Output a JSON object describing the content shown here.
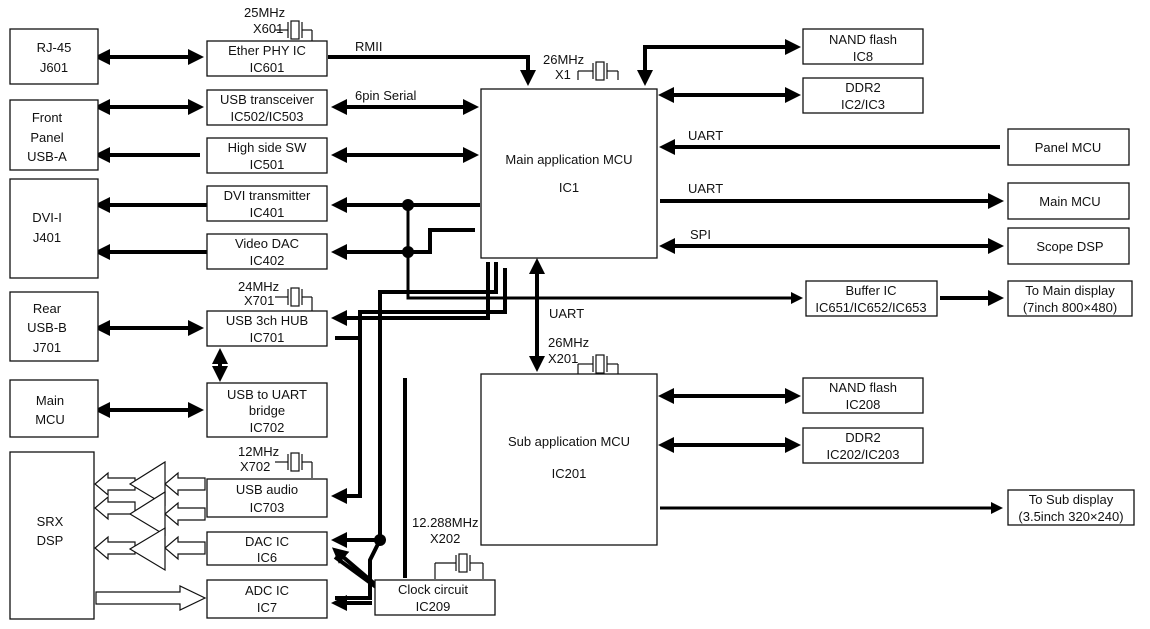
{
  "blocks": {
    "rj45": [
      "RJ-45",
      "J601"
    ],
    "front_usb": [
      "Front",
      "Panel",
      "USB-A"
    ],
    "dvi": [
      "DVI-I",
      "J401"
    ],
    "rear_usb": [
      "Rear",
      "USB-B",
      "J701"
    ],
    "main_mcu_left": [
      "Main",
      "MCU"
    ],
    "srx_dsp": [
      "SRX",
      "DSP"
    ],
    "ether_phy": [
      "Ether PHY IC",
      "IC601"
    ],
    "usb_transceiver": [
      "USB transceiver",
      "IC502/IC503"
    ],
    "high_side_sw": [
      "High side SW",
      "IC501"
    ],
    "dvi_transmitter": [
      "DVI transmitter",
      "IC401"
    ],
    "video_dac": [
      "Video DAC",
      "IC402"
    ],
    "usb_hub": [
      "USB 3ch HUB",
      "IC701"
    ],
    "usb_uart_bridge": [
      "USB to UART",
      "bridge",
      "IC702"
    ],
    "usb_audio": [
      "USB audio",
      "IC703"
    ],
    "dac_ic": [
      "DAC IC",
      "IC6"
    ],
    "adc_ic": [
      "ADC IC",
      "IC7"
    ],
    "clock_circuit": [
      "Clock circuit",
      "IC209"
    ],
    "main_app_mcu": [
      "Main application MCU",
      "IC1"
    ],
    "sub_app_mcu": [
      "Sub application MCU",
      "IC201"
    ],
    "nand_main": [
      "NAND flash",
      "IC8"
    ],
    "ddr2_main": [
      "DDR2",
      "IC2/IC3"
    ],
    "panel_mcu": [
      "Panel MCU"
    ],
    "main_mcu_right": [
      "Main MCU"
    ],
    "scope_dsp": [
      "Scope DSP"
    ],
    "buffer_ic": [
      "Buffer IC",
      "IC651/IC652/IC653"
    ],
    "main_display": [
      "To Main display",
      "(7inch 800×480)"
    ],
    "nand_sub": [
      "NAND flash",
      "IC208"
    ],
    "ddr2_sub": [
      "DDR2",
      "IC202/IC203"
    ],
    "sub_display": [
      "To Sub display",
      "(3.5inch 320×240)"
    ]
  },
  "crystals": {
    "x601": [
      "25MHz",
      "X601"
    ],
    "x1": [
      "26MHz",
      "X1"
    ],
    "x701": [
      "24MHz",
      "X701"
    ],
    "x201": [
      "26MHz",
      "X201"
    ],
    "x702": [
      "12MHz",
      "X702"
    ],
    "x202": [
      "12.288MHz",
      "X202"
    ]
  },
  "signals": {
    "rmii": "RMII",
    "serial6": "6pin Serial",
    "uart_panel": "UART",
    "uart_main": "UART",
    "spi": "SPI",
    "uart_sub": "UART"
  }
}
